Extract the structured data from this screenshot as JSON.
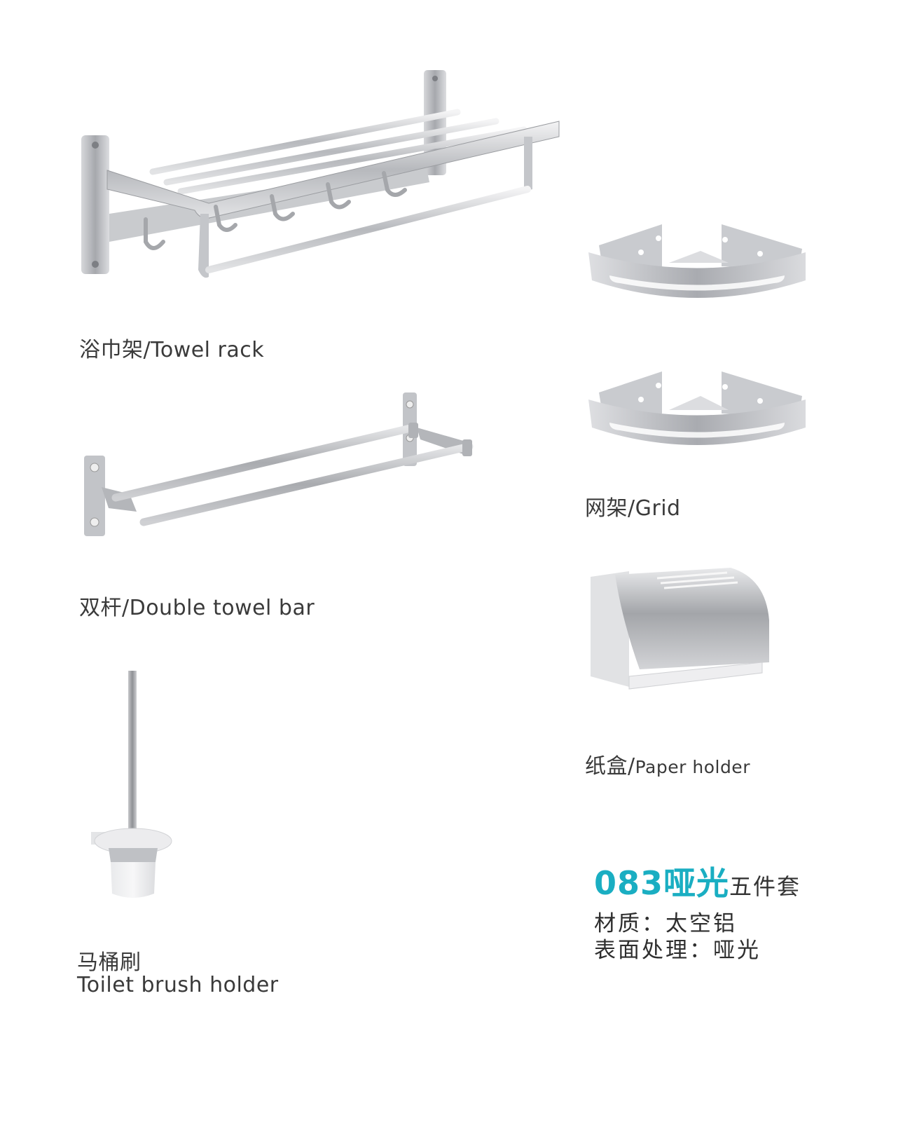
{
  "products": [
    {
      "id": "towel-rack",
      "label_cn": "浴巾架",
      "label_en": "Towel rack"
    },
    {
      "id": "double-towel-bar",
      "label_cn": "双杆",
      "label_en": "Double towel bar"
    },
    {
      "id": "toilet-brush-holder",
      "label_cn": "马桶刷",
      "label_en": "Toilet brush holder"
    },
    {
      "id": "grid",
      "label_cn": "网架",
      "label_en": "Grid"
    },
    {
      "id": "paper-holder",
      "label_cn": "纸盒",
      "label_en": "Paper holder"
    }
  ],
  "labels": {
    "towel_rack": "浴巾架/Towel rack",
    "double_towel_bar": "双杆/Double towel bar",
    "toilet_cn": "马桶刷",
    "toilet_en": "Toilet brush holder",
    "grid": "网架/Grid",
    "paper_cn": "纸盒/",
    "paper_en": "Paper holder"
  },
  "set_info": {
    "model_accent": "083哑光",
    "model_rest": "五件套",
    "material": "材质：太空铝",
    "finish": "表面处理：哑光"
  },
  "colors": {
    "accent": "#1aaec2",
    "text": "#3a3a3a",
    "metal_light": "#e6e6e8",
    "metal_mid": "#b9bbbf",
    "metal_dark": "#8e9094"
  }
}
